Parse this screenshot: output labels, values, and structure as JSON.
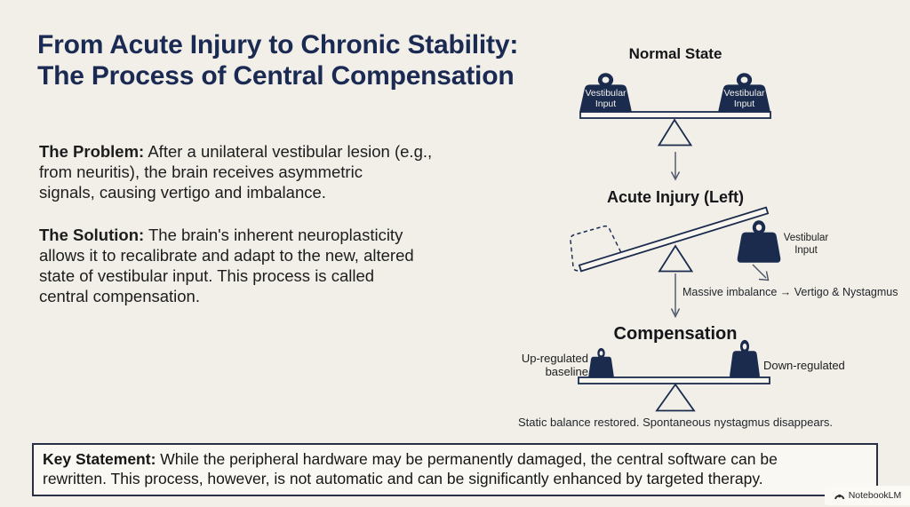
{
  "page": {
    "title": "From Acute Injury to Chronic Stability:\nThe Process of Central Compensation"
  },
  "problem": {
    "label": "The Problem:",
    "text": " After a unilateral vestibular lesion (e.g.,\nfrom neuritis), the brain receives asymmetric\nsignals, causing vertigo and imbalance."
  },
  "solution": {
    "label": "The Solution:",
    "text": " The brain's inherent neuroplasticity\nallows it to recalibrate and adapt to the new, altered\nstate of vestibular input. This process is called\ncentral compensation."
  },
  "diagram": {
    "normal": {
      "title": "Normal State",
      "left_weight_label": "Vestibular\nInput",
      "right_weight_label": "Vestibular\nInput"
    },
    "acute": {
      "title": "Acute Injury (Left)",
      "weight_label": "Vestibular\nInput",
      "caption": "Massive imbalance → Vertigo & Nystagmus"
    },
    "compensation": {
      "title": "Compensation",
      "left_label": "Up-regulated\nbaseline",
      "right_label": "Down-regulated",
      "caption": "Static balance restored. Spontaneous nystagmus disappears."
    }
  },
  "key_statement": {
    "label": "Key Statement:",
    "text": " While the peripheral hardware may be permanently damaged, the central software can be\nrewritten. This process, however, is not automatic and can be significantly enhanced by targeted therapy."
  },
  "watermark": {
    "text": "NotebookLM"
  },
  "colors": {
    "background": "#F1EFE8",
    "navy": "#1B2B4E",
    "title_navy": "#1A2A52",
    "ink": "#1D1D1D",
    "box_border": "#2A3147",
    "box_bg": "#F9F8F2"
  }
}
